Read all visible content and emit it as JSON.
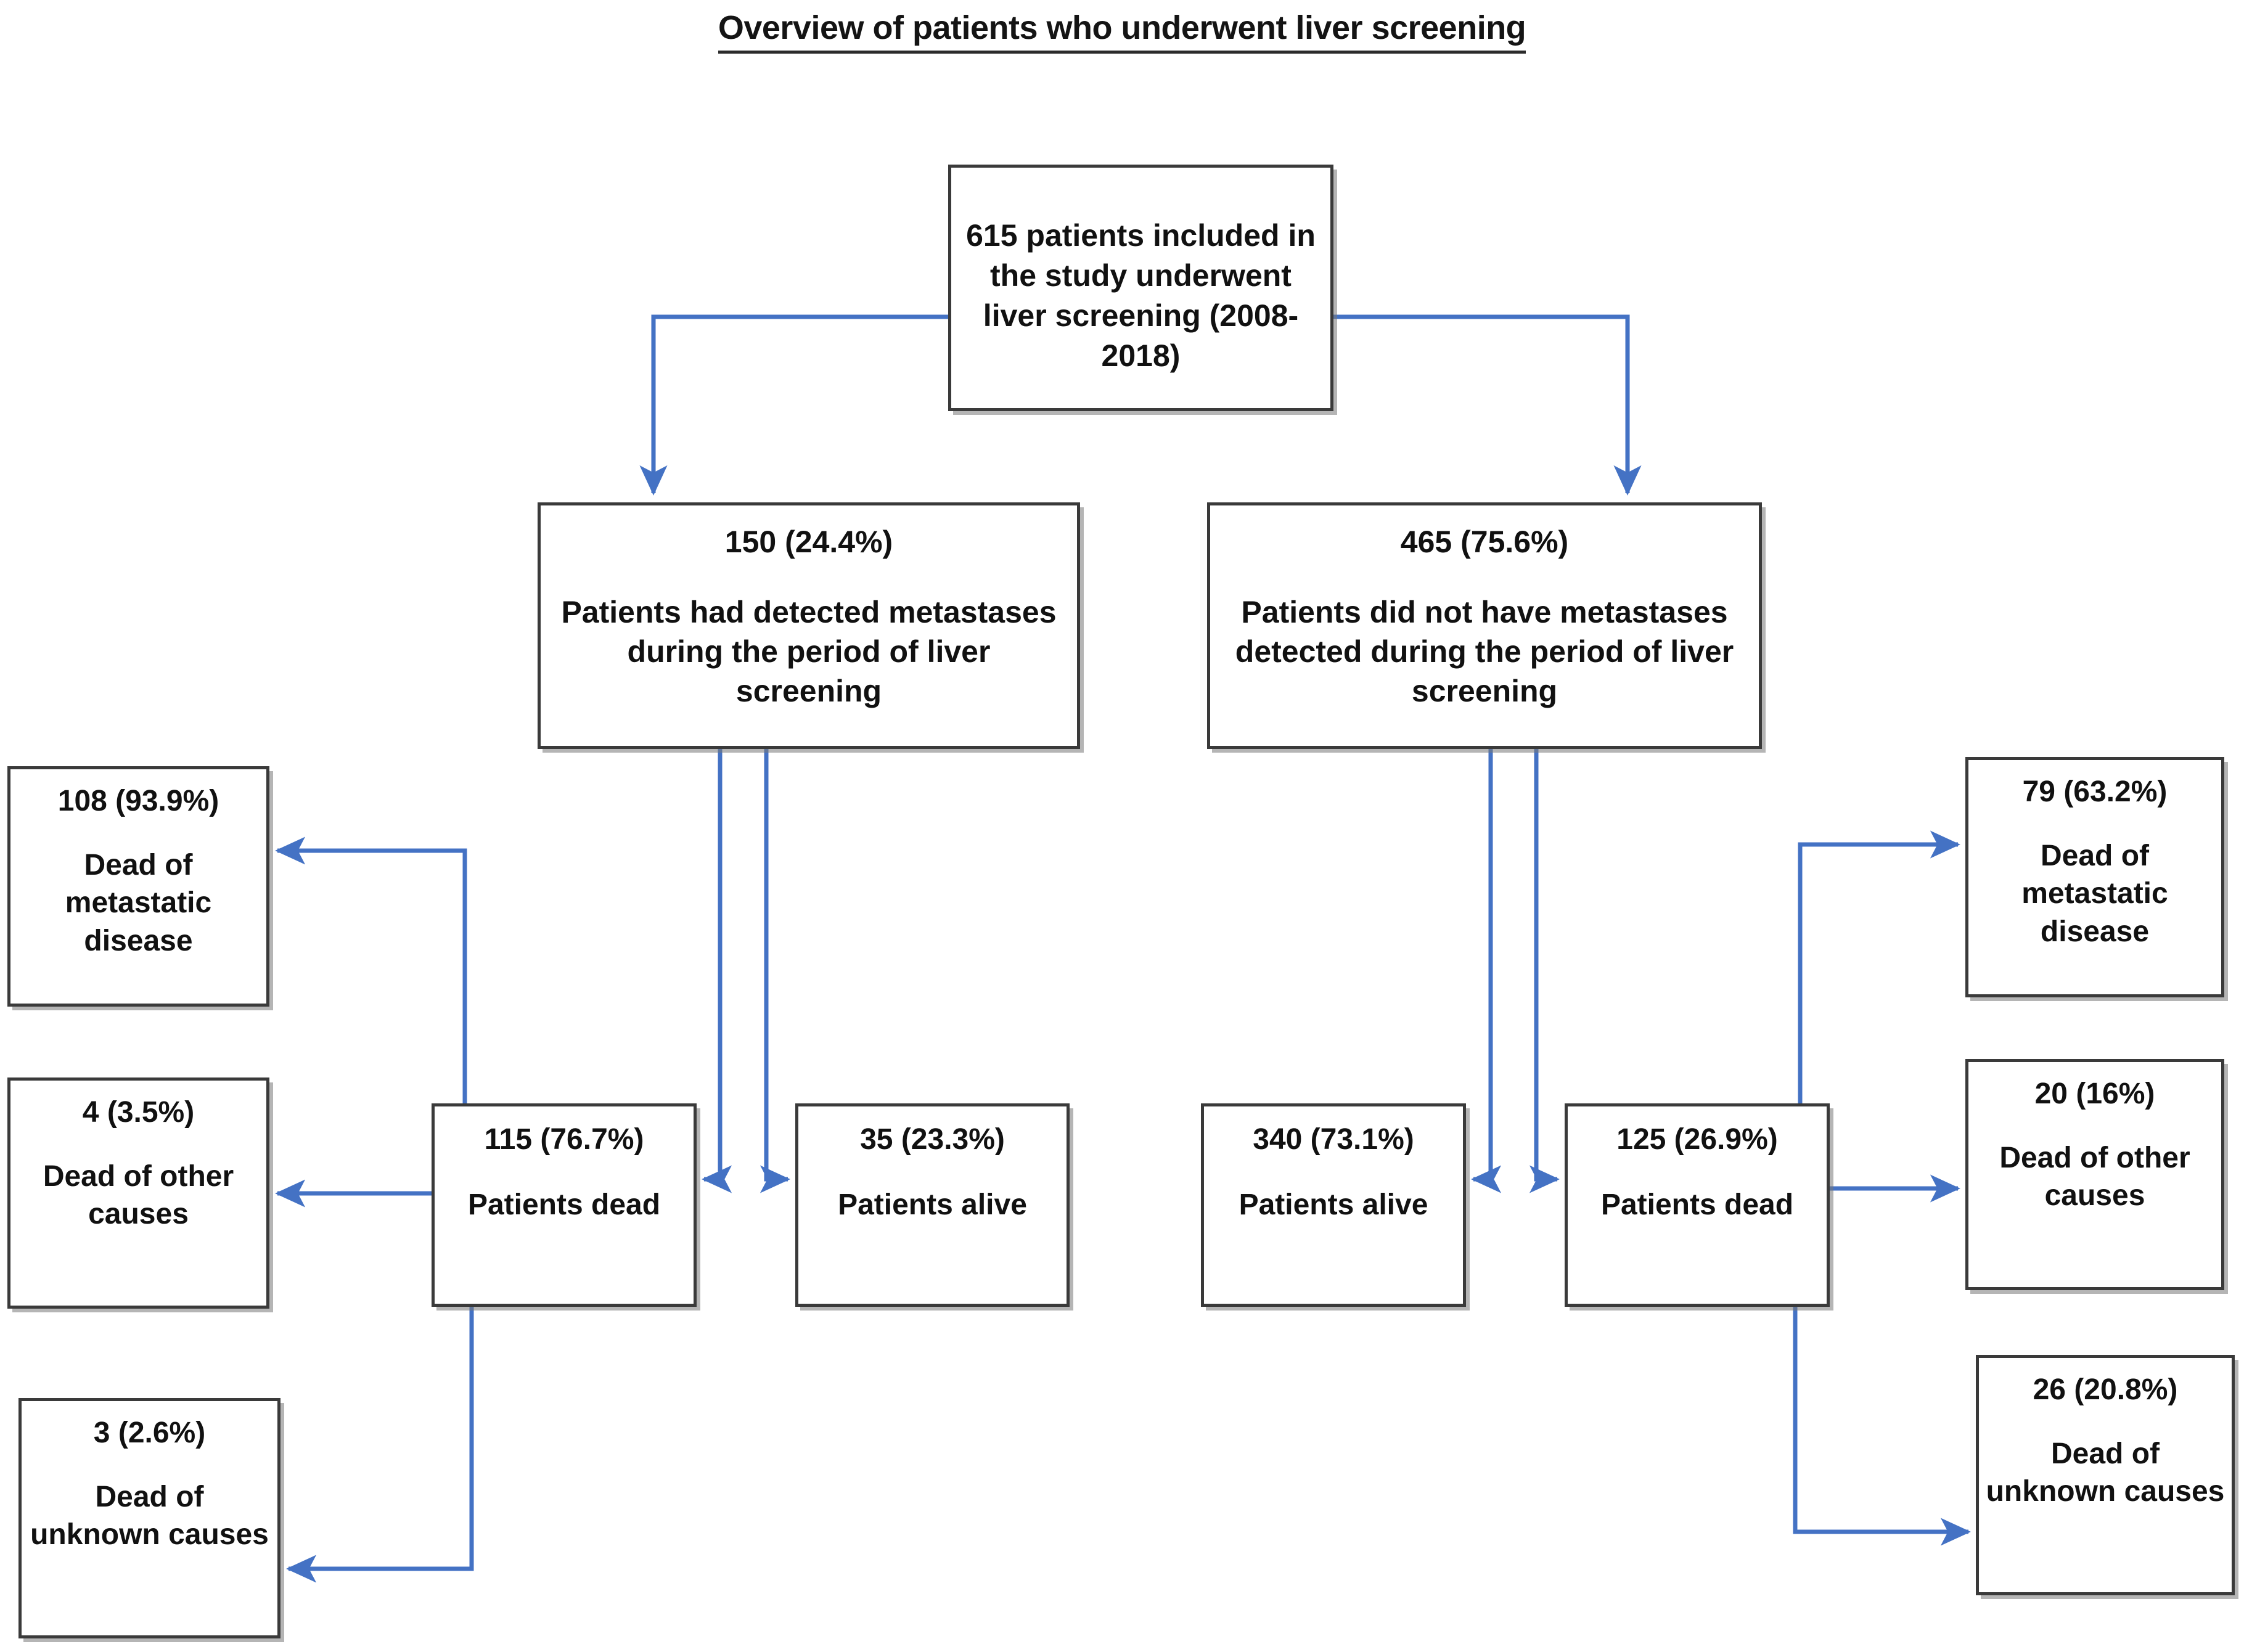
{
  "title": "Overview of patients who underwent liver screening",
  "accent_color": "#4472C4",
  "border_color": "#3A3A3A",
  "nodes": {
    "root": {
      "text": "615 patients included in the study underwent liver screening (2008-2018)"
    },
    "detected": {
      "count": "150 (24.4%)",
      "desc": "Patients had detected metastases during the period of liver screening"
    },
    "not_detected": {
      "count": "465 (75.6%)",
      "desc": "Patients did not have metastases detected during the period of liver screening"
    },
    "dead_left": {
      "count": "115 (76.7%)",
      "desc": "Patients dead"
    },
    "alive_left": {
      "count": "35 (23.3%)",
      "desc": "Patients alive"
    },
    "alive_right": {
      "count": "340 (73.1%)",
      "desc": "Patients alive"
    },
    "dead_right": {
      "count": "125 (26.9%)",
      "desc": "Patients dead"
    },
    "left_outcomes": [
      {
        "count": "108 (93.9%)",
        "desc": "Dead of metastatic disease"
      },
      {
        "count": "4 (3.5%)",
        "desc": "Dead of other causes"
      },
      {
        "count": "3 (2.6%)",
        "desc": "Dead of unknown causes"
      }
    ],
    "right_outcomes": [
      {
        "count": "79 (63.2%)",
        "desc": "Dead of metastatic disease"
      },
      {
        "count": "20 (16%)",
        "desc": "Dead of other causes"
      },
      {
        "count": "26 (20.8%)",
        "desc": "Dead of unknown causes"
      }
    ]
  },
  "chart_data": {
    "type": "diagram",
    "title": "Overview of patients who underwent liver screening",
    "total": 615,
    "period": "2008-2018",
    "branches": [
      {
        "label": "Patients had detected metastases during the period of liver screening",
        "n": 150,
        "pct": 24.4,
        "children": [
          {
            "label": "Patients dead",
            "n": 115,
            "pct": 76.7,
            "children": [
              {
                "label": "Dead of metastatic disease",
                "n": 108,
                "pct": 93.9
              },
              {
                "label": "Dead of other causes",
                "n": 4,
                "pct": 3.5
              },
              {
                "label": "Dead of unknown causes",
                "n": 3,
                "pct": 2.6
              }
            ]
          },
          {
            "label": "Patients alive",
            "n": 35,
            "pct": 23.3
          }
        ]
      },
      {
        "label": "Patients did not have metastases detected during the period of liver screening",
        "n": 465,
        "pct": 75.6,
        "children": [
          {
            "label": "Patients alive",
            "n": 340,
            "pct": 73.1
          },
          {
            "label": "Patients dead",
            "n": 125,
            "pct": 26.9,
            "children": [
              {
                "label": "Dead of metastatic disease",
                "n": 79,
                "pct": 63.2
              },
              {
                "label": "Dead of other causes",
                "n": 20,
                "pct": 16
              },
              {
                "label": "Dead of unknown causes",
                "n": 26,
                "pct": 20.8
              }
            ]
          }
        ]
      }
    ]
  }
}
